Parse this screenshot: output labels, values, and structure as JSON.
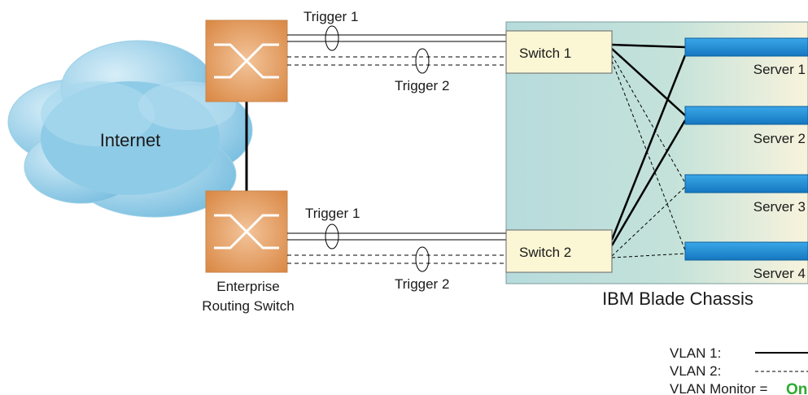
{
  "cloud": {
    "label": "Internet"
  },
  "top_link": {
    "trigger_1": "Trigger 1",
    "trigger_2": "Trigger 2"
  },
  "bottom_link": {
    "trigger_1": "Trigger 1",
    "trigger_2": "Trigger 2"
  },
  "router": {
    "label_line1": "Enterprise",
    "label_line2": "Routing Switch"
  },
  "chassis": {
    "label": "IBM Blade Chassis",
    "switches": [
      "Switch 1",
      "Switch 2"
    ],
    "servers": [
      "Server 1",
      "Server 2",
      "Server 3",
      "Server 4"
    ]
  },
  "legend": {
    "vlan1": "VLAN 1:",
    "vlan2": "VLAN 2:",
    "monitor": "VLAN Monitor = ",
    "monitor_value": "On"
  },
  "colors": {
    "chassis_teal": "#b9dcdc",
    "chassis_cream": "#f7f2dc",
    "switch_box": "#fbf6d4",
    "server_blue": "#1f8fd6",
    "router_orange": "#e0975a",
    "cloud_blue": "#8fcbe6",
    "monitor_green": "#2eaa2e"
  }
}
